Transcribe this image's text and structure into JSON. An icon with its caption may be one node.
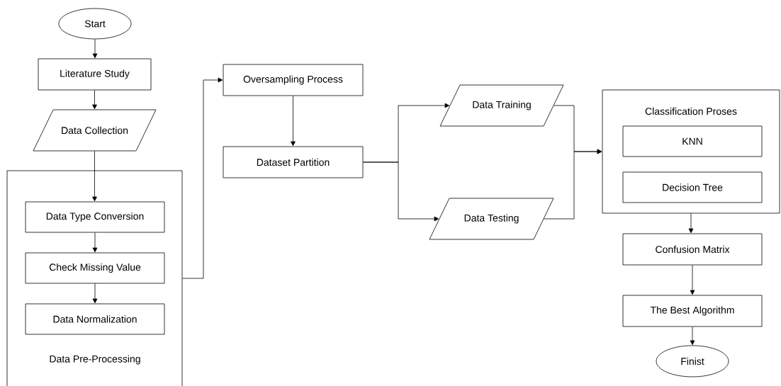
{
  "diagram": {
    "nodes": [
      {
        "text": [
          "Start"
        ]
      },
      {
        "text": [
          "Literature Study"
        ]
      },
      {
        "text": [
          "Data Collection"
        ]
      },
      {
        "text": [
          "Data Pre-Processing"
        ]
      },
      {
        "text": [
          "Data Type Conversion"
        ],
        "in": 3
      },
      {
        "text": [
          "Check Missing Value"
        ],
        "in": 3
      },
      {
        "text": [
          "Data Normalization"
        ],
        "in": 3
      },
      {
        "text": [
          "Oversampling Process"
        ]
      },
      {
        "text": [
          "Dataset Partition"
        ]
      },
      {
        "text": [
          "Data Training"
        ]
      },
      {
        "text": [
          "Data Testing"
        ]
      },
      {
        "text": [
          "Classification Proses"
        ]
      },
      {
        "text": [
          "KNN"
        ],
        "in": 11
      },
      {
        "text": [
          "Decision Tree"
        ],
        "in": 11
      },
      {
        "text": [
          "Confusion Matrix"
        ]
      },
      {
        "text": [
          "The Best Algorithm"
        ]
      },
      {
        "text": [
          "Finist"
        ]
      }
    ],
    "edges": [
      {
        "from": 0,
        "to": 1,
        "arrow": "to"
      },
      {
        "from": 1,
        "to": 2,
        "arrow": "to"
      },
      {
        "from": 2,
        "to": 4,
        "arrow": "to"
      },
      {
        "from": 4,
        "to": 5,
        "arrow": "to"
      },
      {
        "from": 5,
        "to": 6,
        "arrow": "to"
      },
      {
        "from": 3,
        "to": 7,
        "arrow": "to"
      },
      {
        "from": 7,
        "to": 8,
        "arrow": "to"
      },
      {
        "from": 8,
        "to": 9,
        "arrow": "to"
      },
      {
        "from": 8,
        "to": 10,
        "arrow": "to"
      },
      {
        "from": 9,
        "to": 11,
        "arrow": "to"
      },
      {
        "from": 10,
        "to": 11,
        "arrow": "to"
      },
      {
        "from": 11,
        "to": 14,
        "arrow": "to"
      },
      {
        "from": 14,
        "to": 15,
        "arrow": "to"
      },
      {
        "from": 15,
        "to": 16,
        "arrow": "to"
      }
    ]
  }
}
